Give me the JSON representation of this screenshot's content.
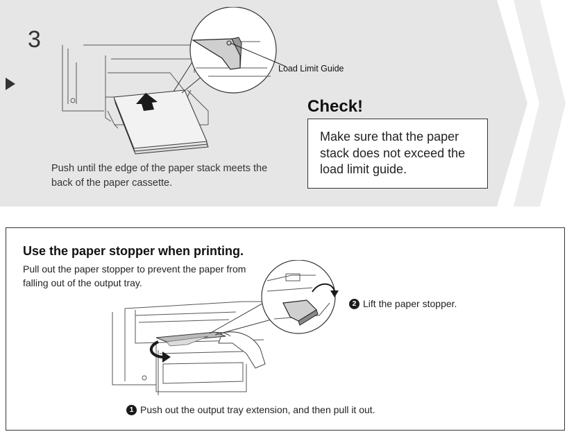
{
  "step": {
    "number": "3",
    "callout_label": "Load Limit Guide",
    "caption": "Push until the edge of the paper stack meets the back of the paper cassette.",
    "check_heading": "Check!",
    "check_text": "Make sure that the paper stack does not exceed the load limit guide."
  },
  "stopper": {
    "title": "Use the paper stopper when printing.",
    "description": "Pull out the paper stopper to prevent the paper from falling out of the output tray.",
    "note_two": {
      "marker": "2",
      "text": "Lift the paper stopper."
    },
    "note_one": {
      "marker": "1",
      "text": "Push out the output tray extension, and then pull it out."
    }
  },
  "colors": {
    "panel_bg": "#e6e6e6",
    "chevron": "#f2f2f2",
    "text": "#1a1a1a"
  },
  "icons": {
    "play_marker": "play-triangle-icon",
    "up_arrow": "up-arrow-icon",
    "curved_arrow": "curved-arrow-icon"
  }
}
